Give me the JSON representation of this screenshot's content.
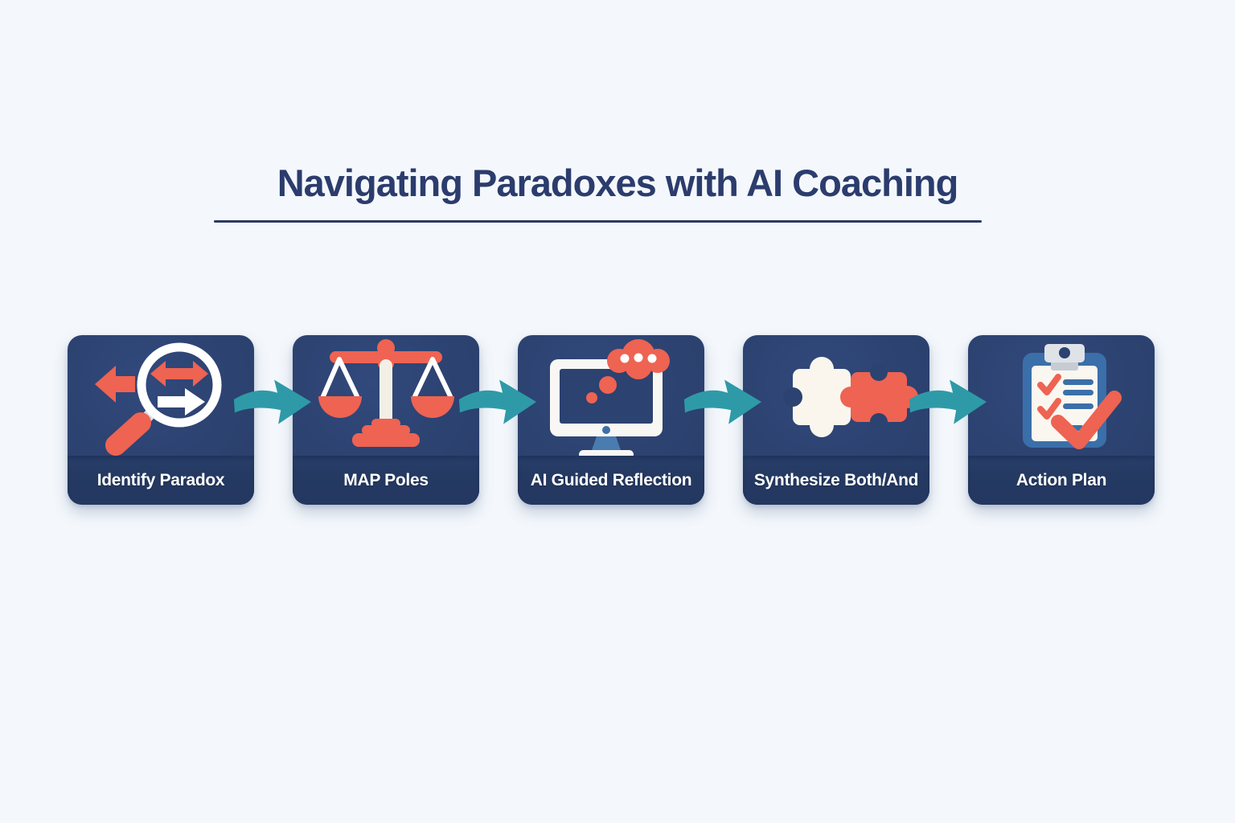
{
  "title": {
    "text": "Navigating Paradoxes with AI Coaching"
  },
  "steps": [
    {
      "label": "Identify Paradox",
      "icon": "magnifier-arrows-icon"
    },
    {
      "label": "MAP Poles",
      "icon": "balance-scale-icon"
    },
    {
      "label": "AI Guided Reflection",
      "icon": "monitor-thought-bubble-icon"
    },
    {
      "label": "Synthesize Both/And",
      "icon": "puzzle-pieces-icon"
    },
    {
      "label": "Action Plan",
      "icon": "clipboard-checklist-icon"
    }
  ],
  "flow": {
    "arrow_count": 4,
    "direction": "left-to-right"
  },
  "colors": {
    "background": "#f4f8fc",
    "card": "#2c4270",
    "card_band": "#253a63",
    "coral": "#ee6352",
    "teal_arrow": "#2e9aa8",
    "title_navy": "#2b3c6d",
    "label_text": "#ffffff",
    "clipboard_blue": "#3b6fa9",
    "cream_white": "#faf6ee"
  }
}
